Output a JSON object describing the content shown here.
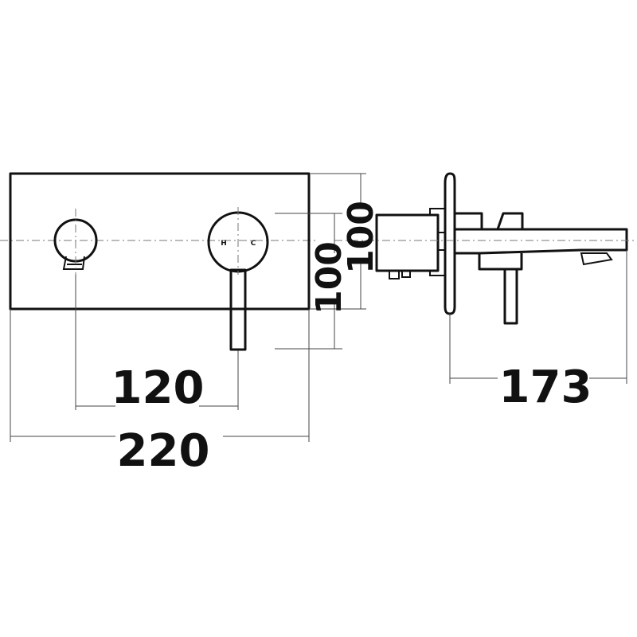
{
  "dimensions": {
    "lever_spacing": "120",
    "plate_width": "220",
    "spout_projection": "173",
    "plate_height_a": "100",
    "plate_height_b": "100"
  },
  "lever_labels": {
    "hot": "H",
    "cold": "C"
  },
  "colors": {
    "line": "#111111",
    "background": "#ffffff"
  }
}
